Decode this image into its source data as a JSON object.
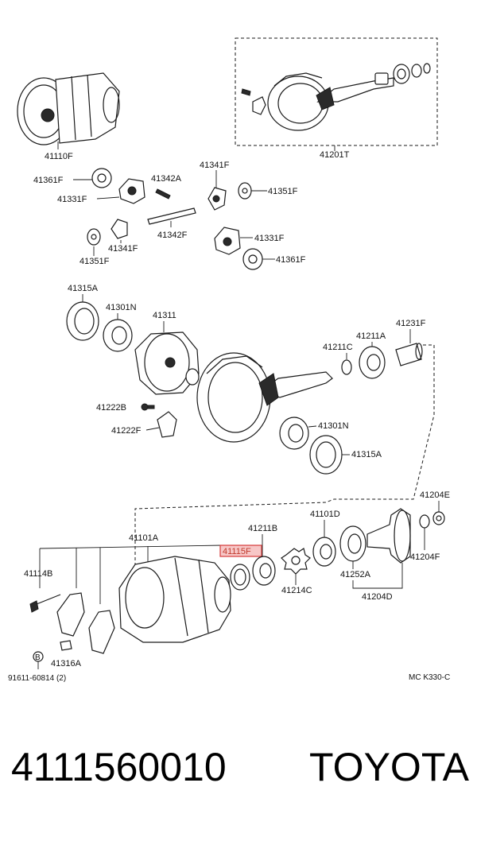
{
  "labels": {
    "l41110F": "41110F",
    "l41201T": "41201T",
    "l41361F_a": "41361F",
    "l41331F_a": "41331F",
    "l41342A": "41342A",
    "l41341F_a": "41341F",
    "l41351F_a": "41351F",
    "l41342F": "41342F",
    "l41341F_b": "41341F",
    "l41351F_b": "41351F",
    "l41331F_b": "41331F",
    "l41361F_b": "41361F",
    "l41315A_a": "41315A",
    "l41301N_a": "41301N",
    "l41311": "41311",
    "l41211C": "41211C",
    "l41211A": "41211A",
    "l41231F": "41231F",
    "l41222B": "41222B",
    "l41222F": "41222F",
    "l41301N_b": "41301N",
    "l41315A_b": "41315A",
    "l41101A": "41101A",
    "l41211B": "41211B",
    "l41101D": "41101D",
    "l41204E": "41204E",
    "l41115F": "41115F",
    "l41114B": "41114B",
    "l41214C": "41214C",
    "l41252A": "41252A",
    "l41204F": "41204F",
    "l41204D": "41204D",
    "l41316A": "41316A",
    "lBolt": "91611-60814 (2)",
    "lCircleB": "B",
    "lCode": "MC K330-C"
  },
  "footer": {
    "part_number": "4111560010",
    "brand": "TOYOTA"
  },
  "highlight_color": "#d63b3b"
}
